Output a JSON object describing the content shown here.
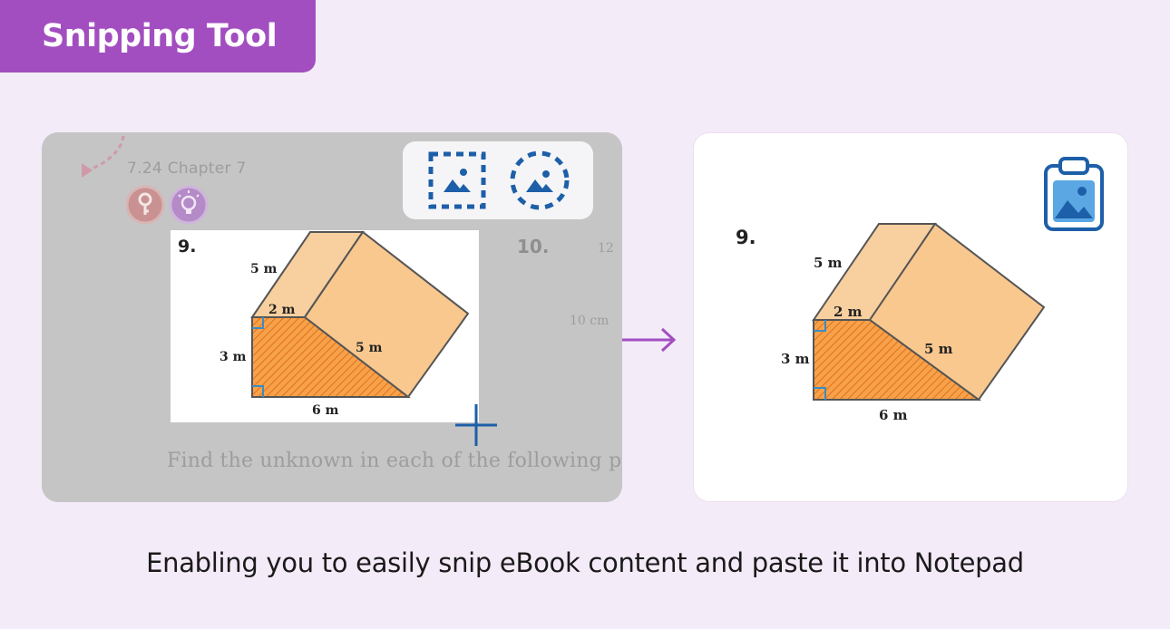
{
  "header": {
    "title": "Snipping Tool"
  },
  "ebook": {
    "section_label": "7.24  Chapter 7",
    "key_badge_icon": "key-icon",
    "hint_badge_icon": "lightbulb-icon",
    "question_10_label": "10.",
    "question_12_label": "12",
    "length_10cm": "10 cm",
    "instruction": "Find the unknown in each of the following pri"
  },
  "snip_toolbar": {
    "rectangle_mode_icon": "rectangle-snip-icon",
    "freeform_mode_icon": "freeform-snip-icon"
  },
  "figure": {
    "number": "9.",
    "labels": {
      "top_edge": "5 m",
      "triangle_top": "2 m",
      "triangle_left": "3 m",
      "hypotenuse": "5 m",
      "base": "6 m"
    },
    "colors": {
      "top_face": "#f8cf9e",
      "front_face": "#f9c88f",
      "hatched_face": "#f7a24a",
      "right_angle": "#3b8cc4"
    }
  },
  "notepad": {
    "clipboard_icon": "clipboard-image-icon"
  },
  "caption": "Enabling you to easily snip eBook content and paste it into Notepad",
  "colors": {
    "accent": "#a24ec0",
    "background": "#f4ebf8",
    "icon_blue": "#1d5fa8",
    "dim_overlay": "#c5c5c5"
  }
}
